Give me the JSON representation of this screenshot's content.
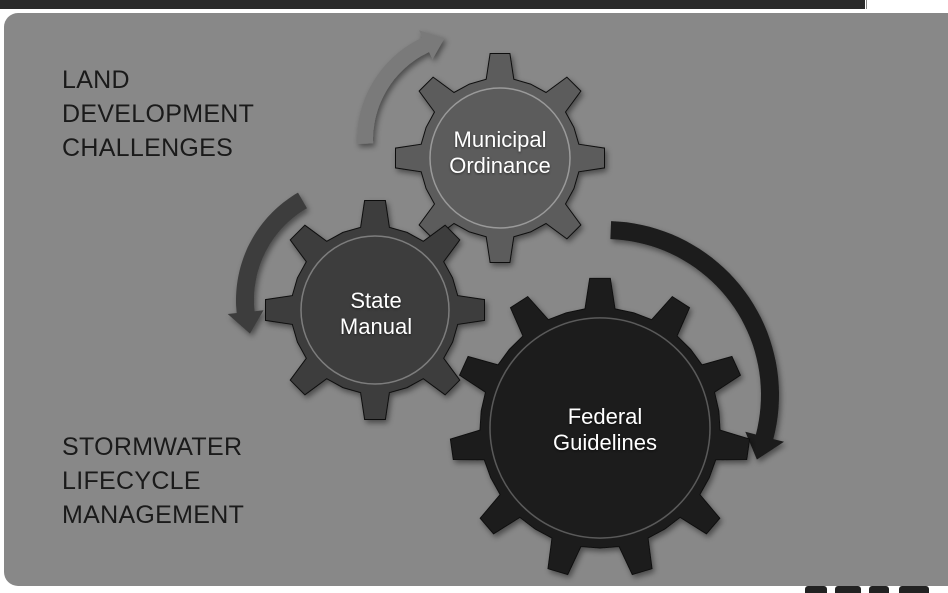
{
  "headings": {
    "top": [
      "LAND",
      "DEVELOPMENT",
      "CHALLENGES"
    ],
    "bottom": [
      "STORMWATER",
      "LIFECYCLE",
      "MANAGEMENT"
    ]
  },
  "gears": [
    {
      "id": "municipal",
      "lines": [
        "Municipal",
        "Ordinance"
      ],
      "color": "#5c5c5c"
    },
    {
      "id": "state",
      "lines": [
        "State",
        "Manual"
      ],
      "color": "#3c3c3c"
    },
    {
      "id": "federal",
      "lines": [
        "Federal",
        "Guidelines"
      ],
      "color": "#1e1e1e"
    }
  ],
  "arrows": [
    {
      "id": "arrow-up",
      "color": "#7a7a7a"
    },
    {
      "id": "arrow-left",
      "color": "#3d3d3d"
    },
    {
      "id": "arrow-right",
      "color": "#1a1a1a"
    }
  ],
  "colors": {
    "background": "#888888",
    "text": "#1a1a1a",
    "gear_text": "#ffffff"
  }
}
